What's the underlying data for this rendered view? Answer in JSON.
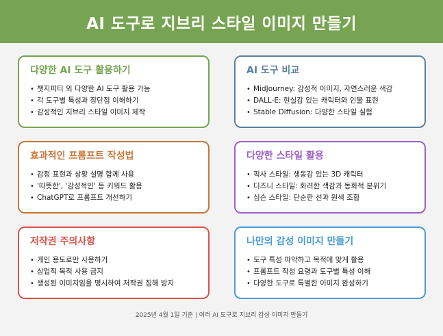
{
  "header": {
    "title": "AI 도구로 지브리 스타일 이미지 만들기"
  },
  "cards": [
    {
      "title": "다양한 AI 도구 활용하기",
      "color": "#77a452",
      "items": [
        "챗지피티 외 다양한 AI 도구 활용 가능",
        "각 도구별 특성과 장단점 이해하기",
        "감성적인 지브리 스타일 이미지 제작"
      ]
    },
    {
      "title": "AI 도구 비교",
      "color": "#5b7f9e",
      "items": [
        "MidJourney: 감성적 이미지, 자연스러운 색감",
        "DALL-E: 현실감 있는 캐릭터와 인물 표현",
        "Stable Diffusion: 다양한 스타일 실험"
      ]
    },
    {
      "title": "효과적인 프롬프트 작성법",
      "color": "#c8763a",
      "items": [
        "감정 표현과 상황 설명 함께 사용",
        "'따뜻한', '감성적인' 등 키워드 활용",
        "ChatGPT로 프롬프트 개선하기"
      ]
    },
    {
      "title": "다양한 스타일 활용",
      "color": "#9b5fc7",
      "items": [
        "픽사 스타일: 생동감 있는 3D 캐릭터",
        "디즈니 스타일: 화려한 색감과 동화적 분위기",
        "심슨 스타일: 단순한 선과 원색 조합"
      ]
    },
    {
      "title": "저작권 주의사항",
      "color": "#d9534f",
      "items": [
        "개인 용도로만 사용하기",
        "상업적 목적 사용 금지",
        "생성된 이미지임을 명시하여 저작권 침해 방지"
      ]
    },
    {
      "title": "나만의 감성 이미지 만들기",
      "color": "#4a9cd6",
      "items": [
        "도구 특성 파악하고 목적에 맞게 활용",
        "프롬프트 작성 요령과 도구별 특성 이해",
        "다양한 도구로 특별한 이미지 완성하기"
      ]
    }
  ],
  "footer": {
    "text": "2025년 4월 1일 기준 | 여러 AI 도구로 지브리 감성 이미지 만들기"
  }
}
